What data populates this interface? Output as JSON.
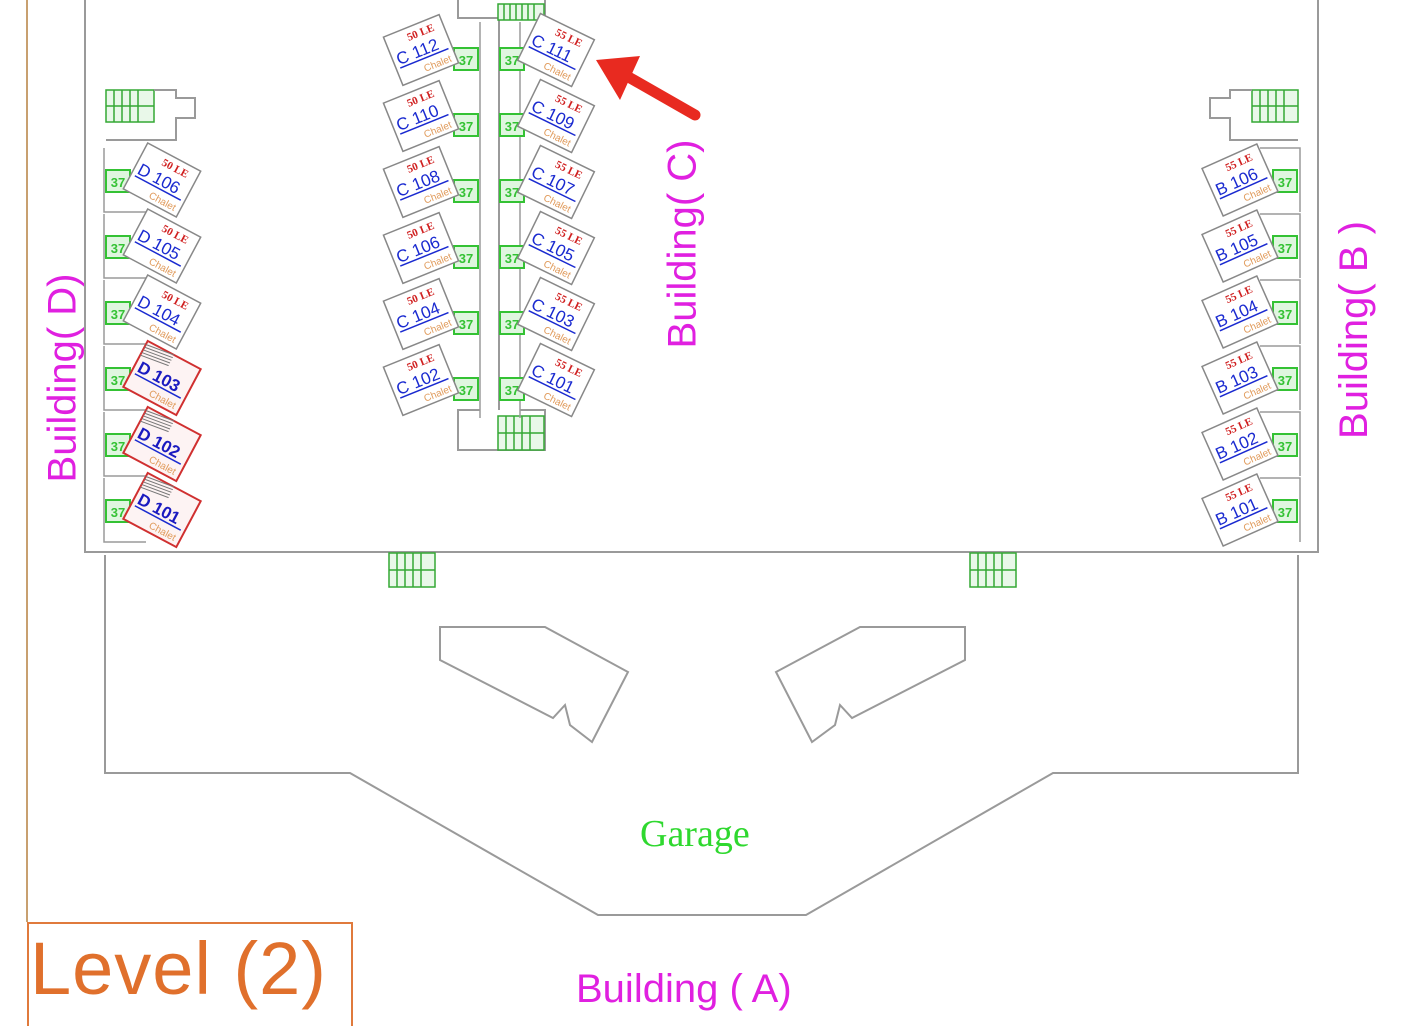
{
  "level": {
    "label": "Level (2)"
  },
  "garage": {
    "label": "Garage"
  },
  "buildings": {
    "a": "Building ( A)",
    "b": "Building( B )",
    "c": "Building( C)",
    "d": "Building( D)"
  },
  "colors": {
    "label": "#e020e0",
    "unit_blue": "#1a2ad0",
    "unit_border": "#888888",
    "unit_red": "#d03030",
    "price_red": "#d02020",
    "chalet": "#e09a5a",
    "badge_green": "#34c234",
    "arrow": "#e82a20",
    "walls": "#9a9a9a"
  },
  "units": {
    "stair_badge": "37",
    "chalet_tag": "Chalet",
    "d": [
      {
        "code": "D 106",
        "price": "50 LE",
        "status": "available"
      },
      {
        "code": "D 105",
        "price": "50 LE",
        "status": "available"
      },
      {
        "code": "D 104",
        "price": "50 LE",
        "status": "available"
      },
      {
        "code": "D 103",
        "price": "",
        "status": "reserved"
      },
      {
        "code": "D 102",
        "price": "",
        "status": "reserved"
      },
      {
        "code": "D 101",
        "price": "",
        "status": "reserved"
      }
    ],
    "c_left": [
      {
        "code": "C 112",
        "price": "50 LE"
      },
      {
        "code": "C 110",
        "price": "50 LE"
      },
      {
        "code": "C 108",
        "price": "50 LE"
      },
      {
        "code": "C 106",
        "price": "50 LE"
      },
      {
        "code": "C 104",
        "price": "50 LE"
      },
      {
        "code": "C 102",
        "price": "50 LE"
      }
    ],
    "c_right": [
      {
        "code": "C 111",
        "price": "55 LE"
      },
      {
        "code": "C 109",
        "price": "55 LE"
      },
      {
        "code": "C 107",
        "price": "55 LE"
      },
      {
        "code": "C 105",
        "price": "55 LE"
      },
      {
        "code": "C 103",
        "price": "55 LE"
      },
      {
        "code": "C 101",
        "price": "55 LE"
      }
    ],
    "b": [
      {
        "code": "B 106",
        "price": "55 LE"
      },
      {
        "code": "B 105",
        "price": "55 LE"
      },
      {
        "code": "B 104",
        "price": "55 LE"
      },
      {
        "code": "B 103",
        "price": "55 LE"
      },
      {
        "code": "B 102",
        "price": "55 LE"
      },
      {
        "code": "B 101",
        "price": "55 LE"
      }
    ]
  }
}
